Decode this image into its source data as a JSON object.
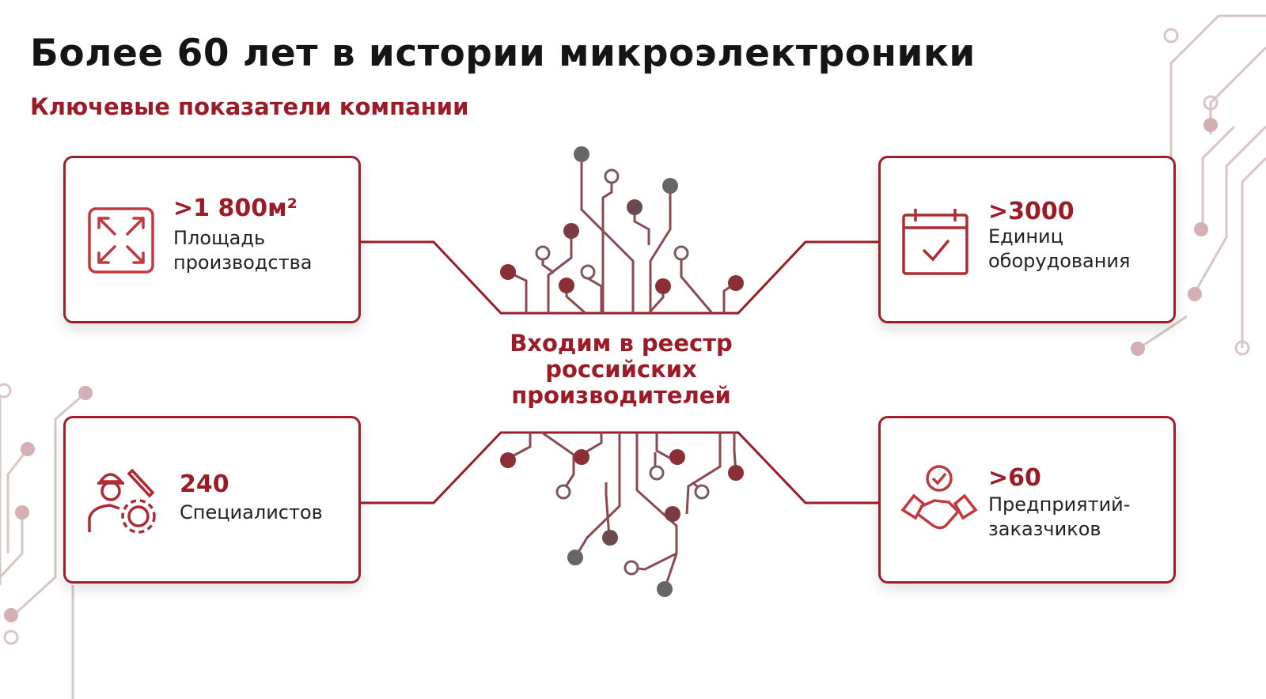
{
  "header": {
    "title": "Более 60 лет в истории микроэлектроники",
    "subtitle": "Ключевые показатели компании"
  },
  "center_text": "Входим в реестр российских производителей",
  "cards": [
    {
      "value": ">1 800м²",
      "label": "Площадь производства",
      "icon": "expand-arrows-icon"
    },
    {
      "value": ">3000",
      "label": "Единиц оборудования",
      "icon": "calendar-check-icon"
    },
    {
      "value": "240",
      "label": "Специалистов",
      "icon": "engineer-gear-icon"
    },
    {
      "value": ">60",
      "label": "Предприятий-заказчиков",
      "icon": "handshake-check-icon"
    }
  ],
  "colors": {
    "accent": "#9b1b26",
    "trace": "#8a3a40",
    "grey": "#666666"
  }
}
